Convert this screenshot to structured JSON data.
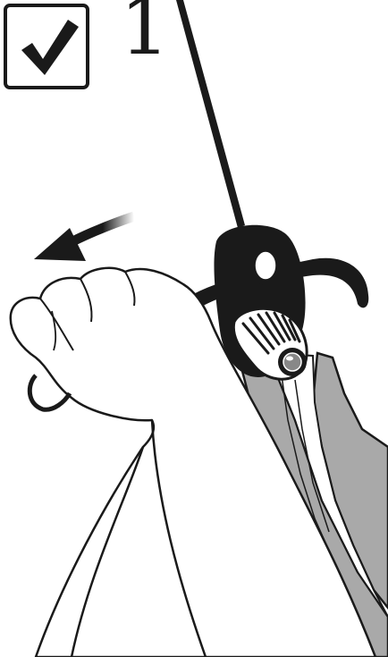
{
  "step": {
    "number": "1",
    "status_icon": "checkmark-icon"
  },
  "colors": {
    "ink": "#1a1a1a",
    "sleeve": "#a9a9a9",
    "paper": "#ffffff"
  },
  "illustration": {
    "motion_direction": "left",
    "parts": [
      "shoulder-strap",
      "buckle",
      "hand",
      "sleeve",
      "direction-arrow"
    ]
  }
}
